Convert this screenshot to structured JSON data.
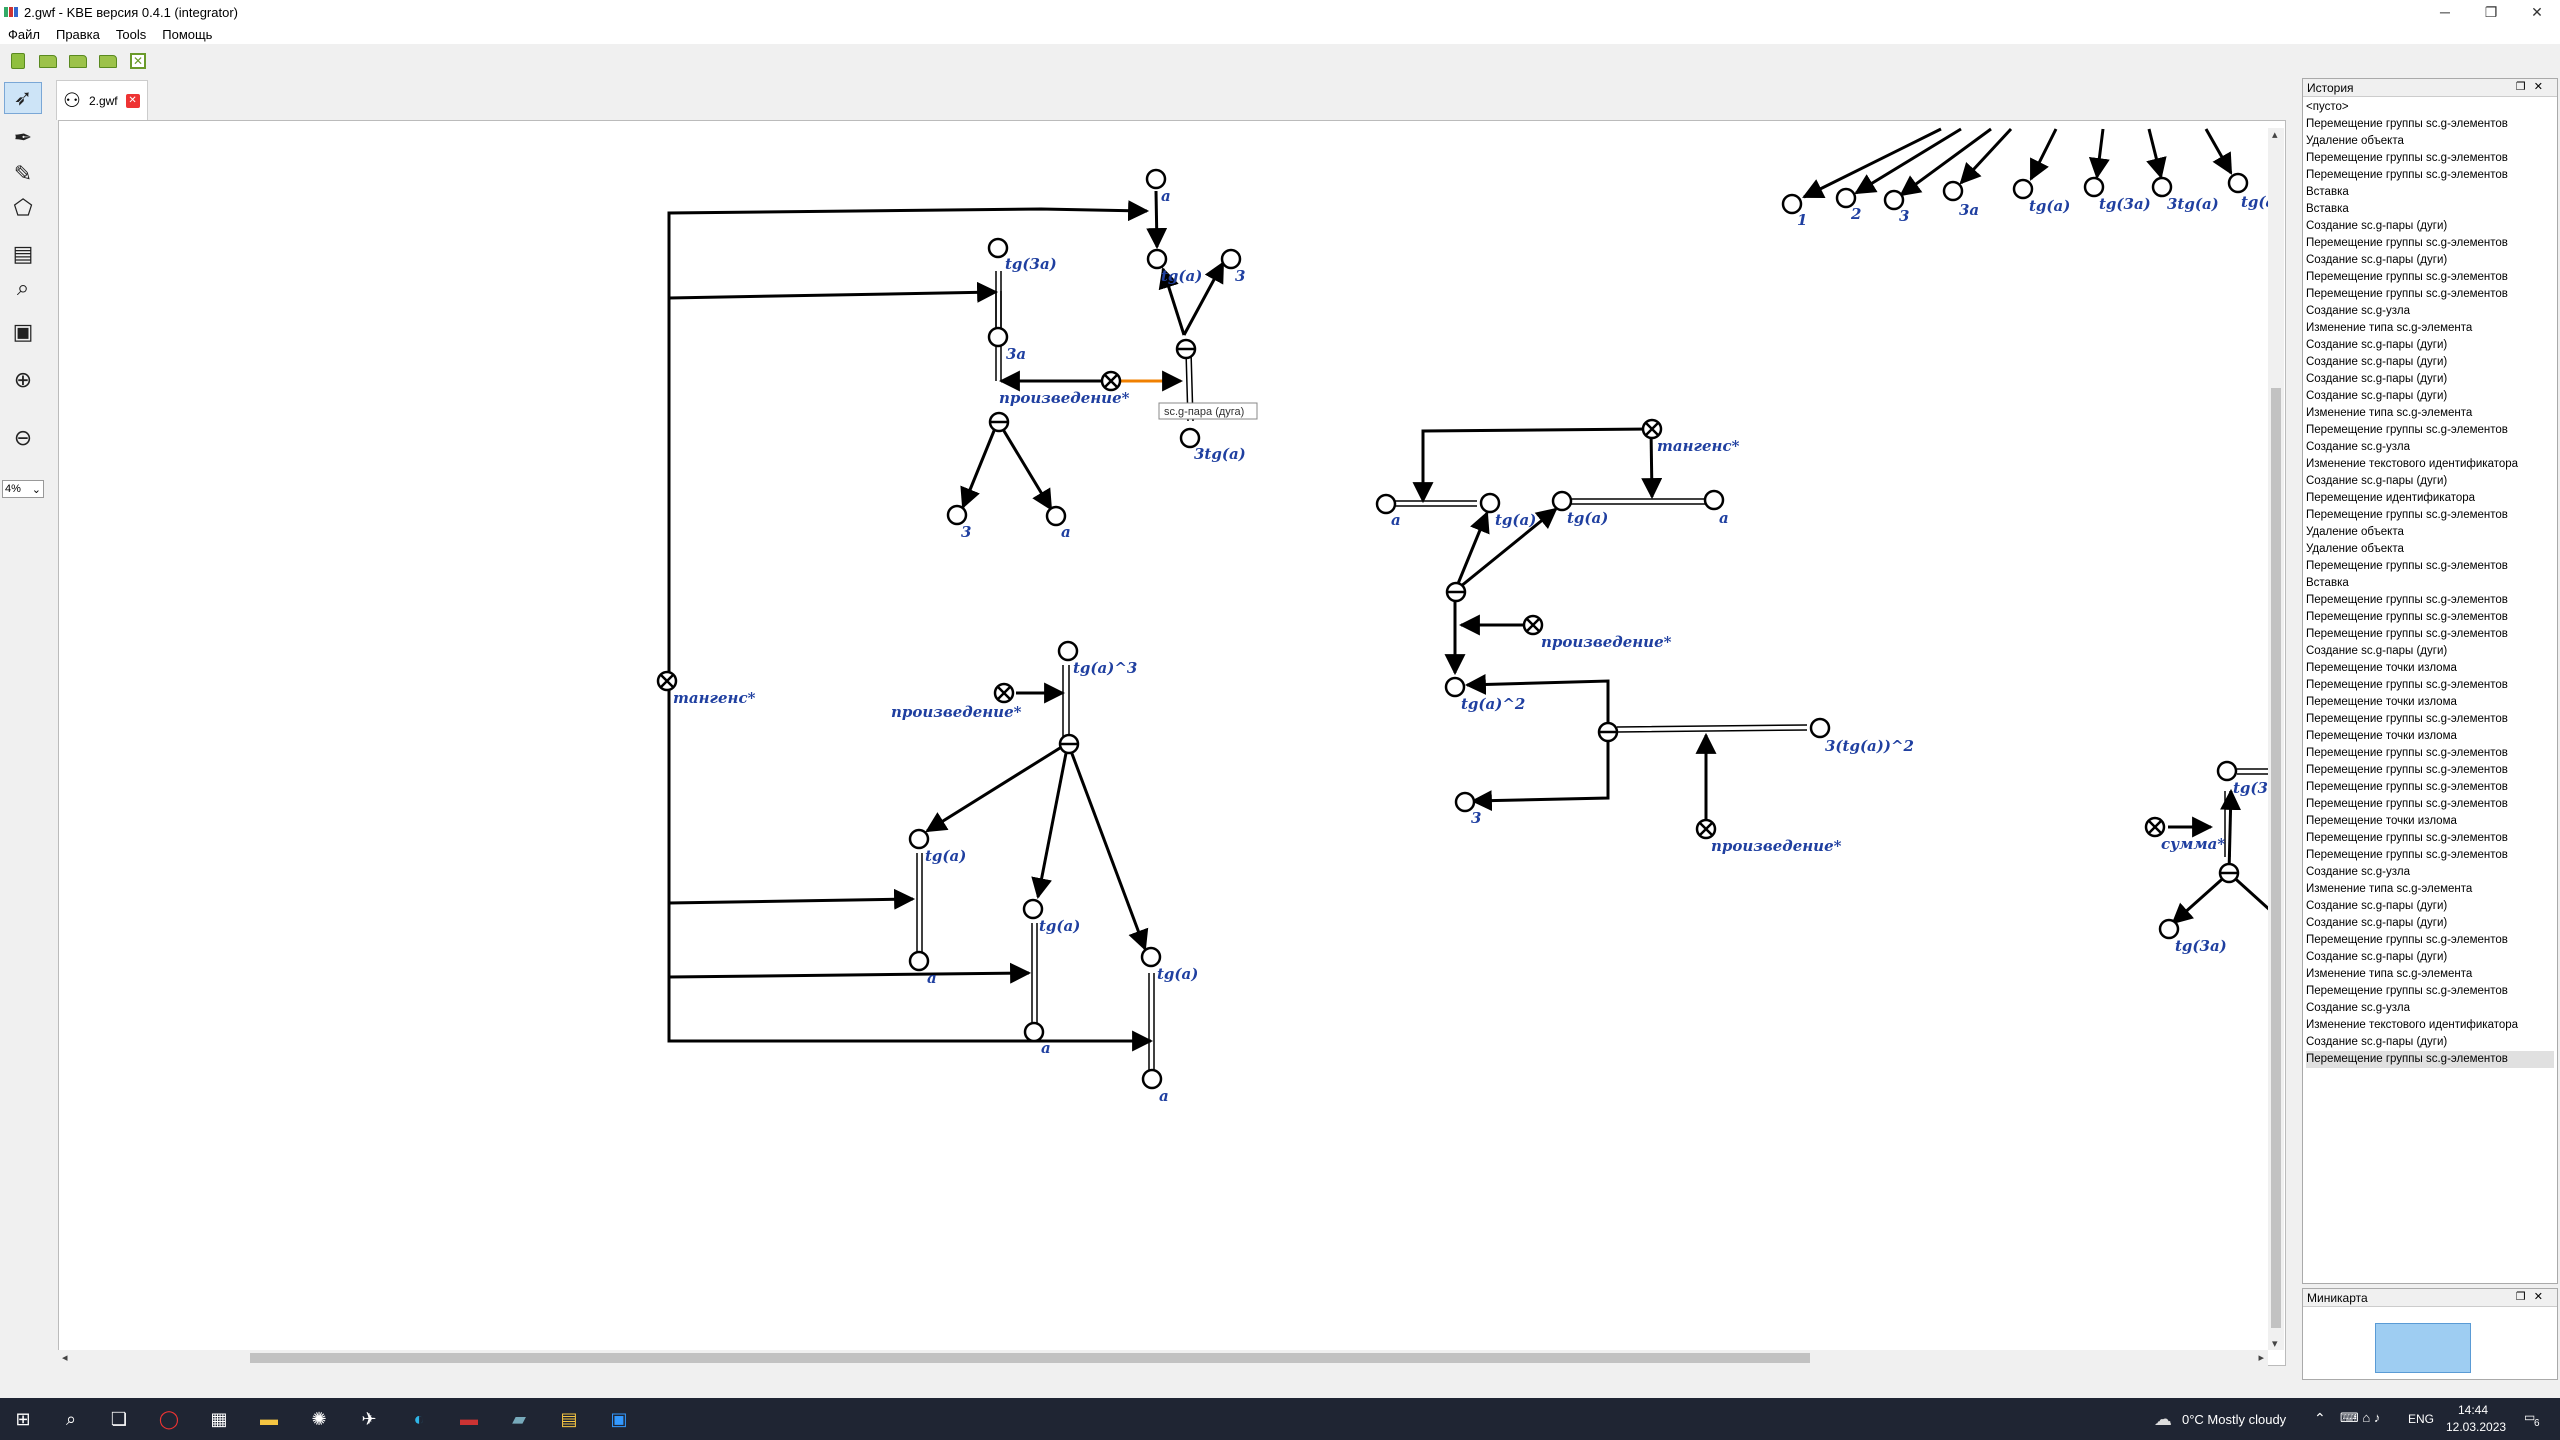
{
  "window": {
    "title": "2.gwf - KBE версия 0.4.1  (integrator)",
    "controls": {
      "minimize": "─",
      "maximize": "❐",
      "close": "✕"
    }
  },
  "menu": [
    "Файл",
    "Правка",
    "Tools",
    "Помощь"
  ],
  "zoom": {
    "value": "4%",
    "chevron": "⌄"
  },
  "tab": {
    "label": "2.gwf",
    "close": "✕"
  },
  "history": {
    "title": "История",
    "items": [
      "<пусто>",
      "Перемещение группы sc.g-элементов",
      "Удаление объекта",
      "Перемещение группы sc.g-элементов",
      "Перемещение группы sc.g-элементов",
      "Вставка",
      "Вставка",
      "Создание sc.g-пары (дуги)",
      "Перемещение группы sc.g-элементов",
      "Создание sc.g-пары (дуги)",
      "Перемещение группы sc.g-элементов",
      "Перемещение группы sc.g-элементов",
      "Создание sc.g-узла",
      "Изменение типа sc.g-элемента",
      "Создание sc.g-пары (дуги)",
      "Создание sc.g-пары (дуги)",
      "Создание sc.g-пары (дуги)",
      "Создание sc.g-пары (дуги)",
      "Изменение типа sc.g-элемента",
      "Перемещение группы sc.g-элементов",
      "Создание sc.g-узла",
      "Изменение текстового идентификатора",
      "Создание sc.g-пары (дуги)",
      "Перемещение идентификатора",
      "Перемещение группы sc.g-элементов",
      "Удаление объекта",
      "Удаление объекта",
      "Перемещение группы sc.g-элементов",
      "Вставка",
      "Перемещение группы sc.g-элементов",
      "Перемещение группы sc.g-элементов",
      "Перемещение группы sc.g-элементов",
      "Создание sc.g-пары (дуги)",
      "Перемещение точки излома",
      "Перемещение группы sc.g-элементов",
      "Перемещение точки излома",
      "Перемещение группы sc.g-элементов",
      "Перемещение точки излома",
      "Перемещение группы sc.g-элементов",
      "Перемещение группы sc.g-элементов",
      "Перемещение группы sc.g-элементов",
      "Перемещение группы sc.g-элементов",
      "Перемещение точки излома",
      "Перемещение группы sc.g-элементов",
      "Перемещение группы sc.g-элементов",
      "Создание sc.g-узла",
      "Изменение типа sc.g-элемента",
      "Создание sc.g-пары (дуги)",
      "Создание sc.g-пары (дуги)",
      "Перемещение группы sc.g-элементов",
      "Создание sc.g-пары (дуги)",
      "Изменение типа sc.g-элемента",
      "Перемещение группы sc.g-элементов",
      "Создание sc.g-узла",
      "Изменение текстового идентификатора",
      "Создание sc.g-пары (дуги)",
      "Перемещение группы sc.g-элементов"
    ]
  },
  "minimap": {
    "title": "Миникарта"
  },
  "graph": {
    "labels": {
      "a": "a",
      "tg3a": "tg(3a)",
      "three_a": "3a",
      "tga": "tg(a)",
      "three": "3",
      "proizv": "произведение*",
      "three_tga": "3tg(a)",
      "tangens": "тангенс*",
      "tga3": "tg(a)^3",
      "tga2": "tg(a)^2",
      "three_tga_sq": "3(tg(a))^2",
      "one": "1",
      "two": "2",
      "summa": "сумма*",
      "tg_cut": "tg(a",
      "tg3a_cut": "tg(3a",
      "tooltip": "sc.g-пара (дуга)"
    }
  },
  "taskbar": {
    "weather": "0°C  Mostly cloudy",
    "lang": "ENG",
    "time": "14:44",
    "date": "12.03.2023",
    "notif": "6"
  }
}
